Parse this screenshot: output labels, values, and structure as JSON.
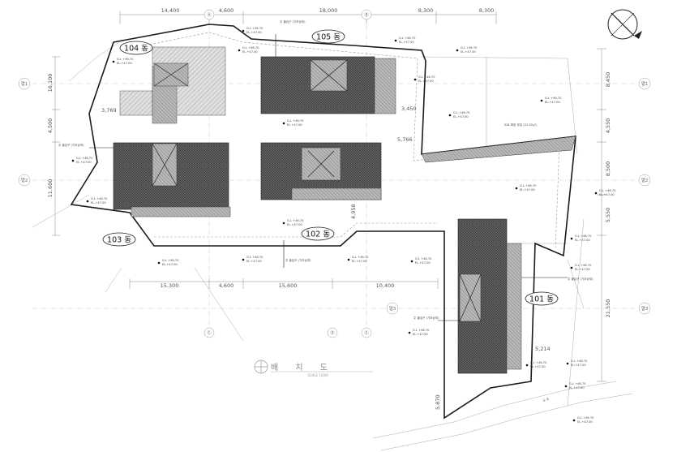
{
  "buildings": {
    "b101": {
      "label": "101 동"
    },
    "b102": {
      "label": "102 동"
    },
    "b103": {
      "label": "103 동"
    },
    "b104": {
      "label": "104 동"
    },
    "b105": {
      "label": "105 동"
    }
  },
  "dimensions": {
    "top": [
      "14,400",
      "4,600",
      "18,000",
      "8,300",
      "8,300"
    ],
    "bottom": [
      "15,300",
      "4,600",
      "15,600",
      "10,400"
    ],
    "left": [
      "16,100",
      "4,500",
      "11,600"
    ],
    "right": [
      "8,450",
      "4,550",
      "8,500",
      "5,550",
      "21,550"
    ],
    "misc": [
      "3,769",
      "3,450",
      "5,766",
      "4,958",
      "5,214",
      "5,870"
    ]
  },
  "grid_markers": [
    "열1",
    "열2",
    "열3",
    "Ⓐ",
    "Ⓑ",
    "Ⓒ",
    "Ⓓ",
    "Ⓔ"
  ],
  "title": {
    "main": "배 치 도",
    "scale": "SCALE 1/400"
  },
  "annotations": {
    "boundary_note": "도로 확장 부분 (22.50㎡)",
    "road_label": "도 로",
    "level_label": "G.L +46.70",
    "level_label2": "EL.+47.00",
    "note_main": "주 출입구 (기초상부)"
  }
}
